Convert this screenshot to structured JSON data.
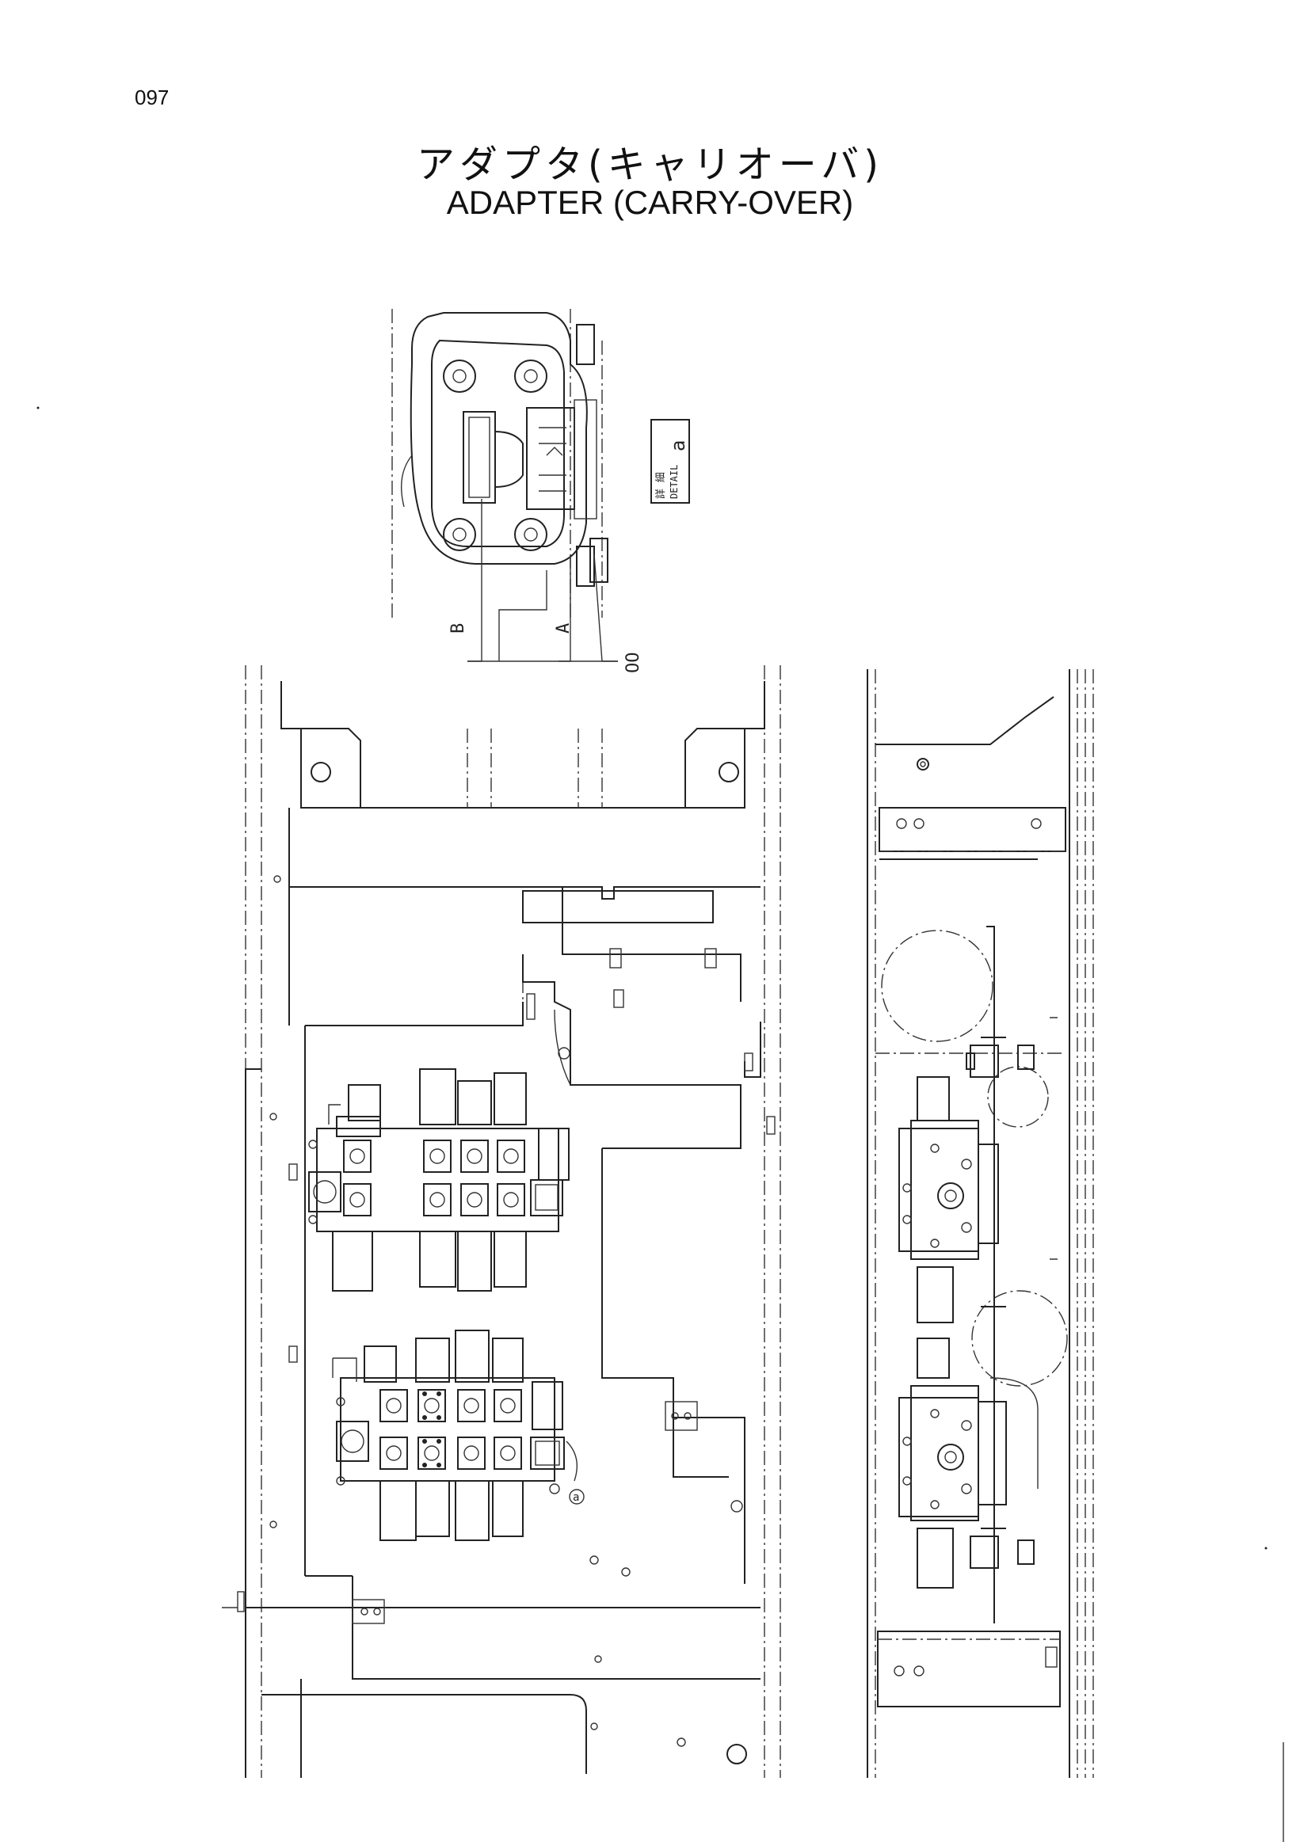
{
  "page": {
    "number": "097",
    "title_jp": "アダプタ(キャリオーバ)",
    "title_en": "ADAPTER (CARRY-OVER)"
  },
  "detail_box": {
    "jp": "詳 細",
    "en": "DETAIL",
    "letter": "a"
  },
  "labels": {
    "b": "B",
    "a": "A",
    "oo": "OO",
    "callout": "a"
  }
}
